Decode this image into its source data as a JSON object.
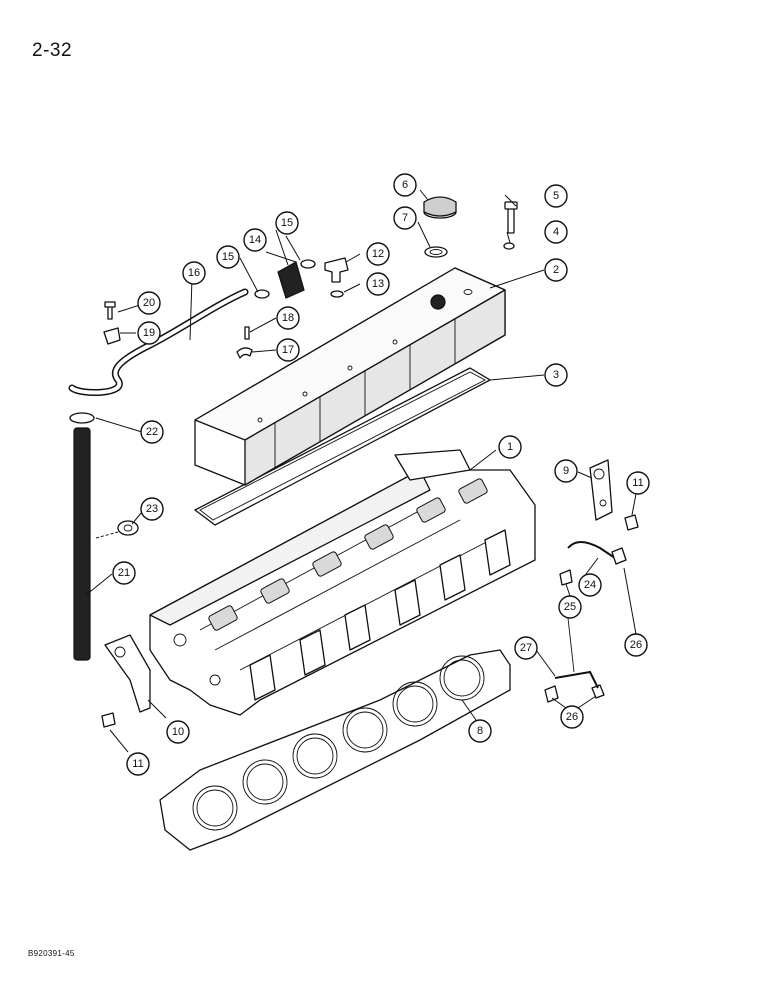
{
  "page_number": "2-32",
  "figure_code": "B920391-45",
  "callouts": [
    "1",
    "2",
    "3",
    "4",
    "5",
    "6",
    "7",
    "8",
    "9",
    "10",
    "11",
    "11",
    "12",
    "13",
    "14",
    "15",
    "15",
    "16",
    "17",
    "18",
    "19",
    "20",
    "21",
    "22",
    "23",
    "24",
    "25",
    "26",
    "26",
    "27"
  ],
  "parts": [
    "cylinder-head",
    "valve-cover",
    "valve-cover-gasket",
    "washer",
    "cover-bolt",
    "oil-filler-cap",
    "cap-seal",
    "head-gasket",
    "lifting-bracket-rear",
    "lifting-bracket-front",
    "bracket-bolt",
    "breather-elbow",
    "o-ring",
    "hose-sleeve",
    "hose-clamp",
    "breather-tube",
    "p-clip",
    "clip-screw",
    "tube-clip",
    "clip-bolt",
    "drain-tube",
    "tube-clamp",
    "tube-grommet",
    "fuel-line",
    "line-clip",
    "line-fitting",
    "return-line"
  ]
}
